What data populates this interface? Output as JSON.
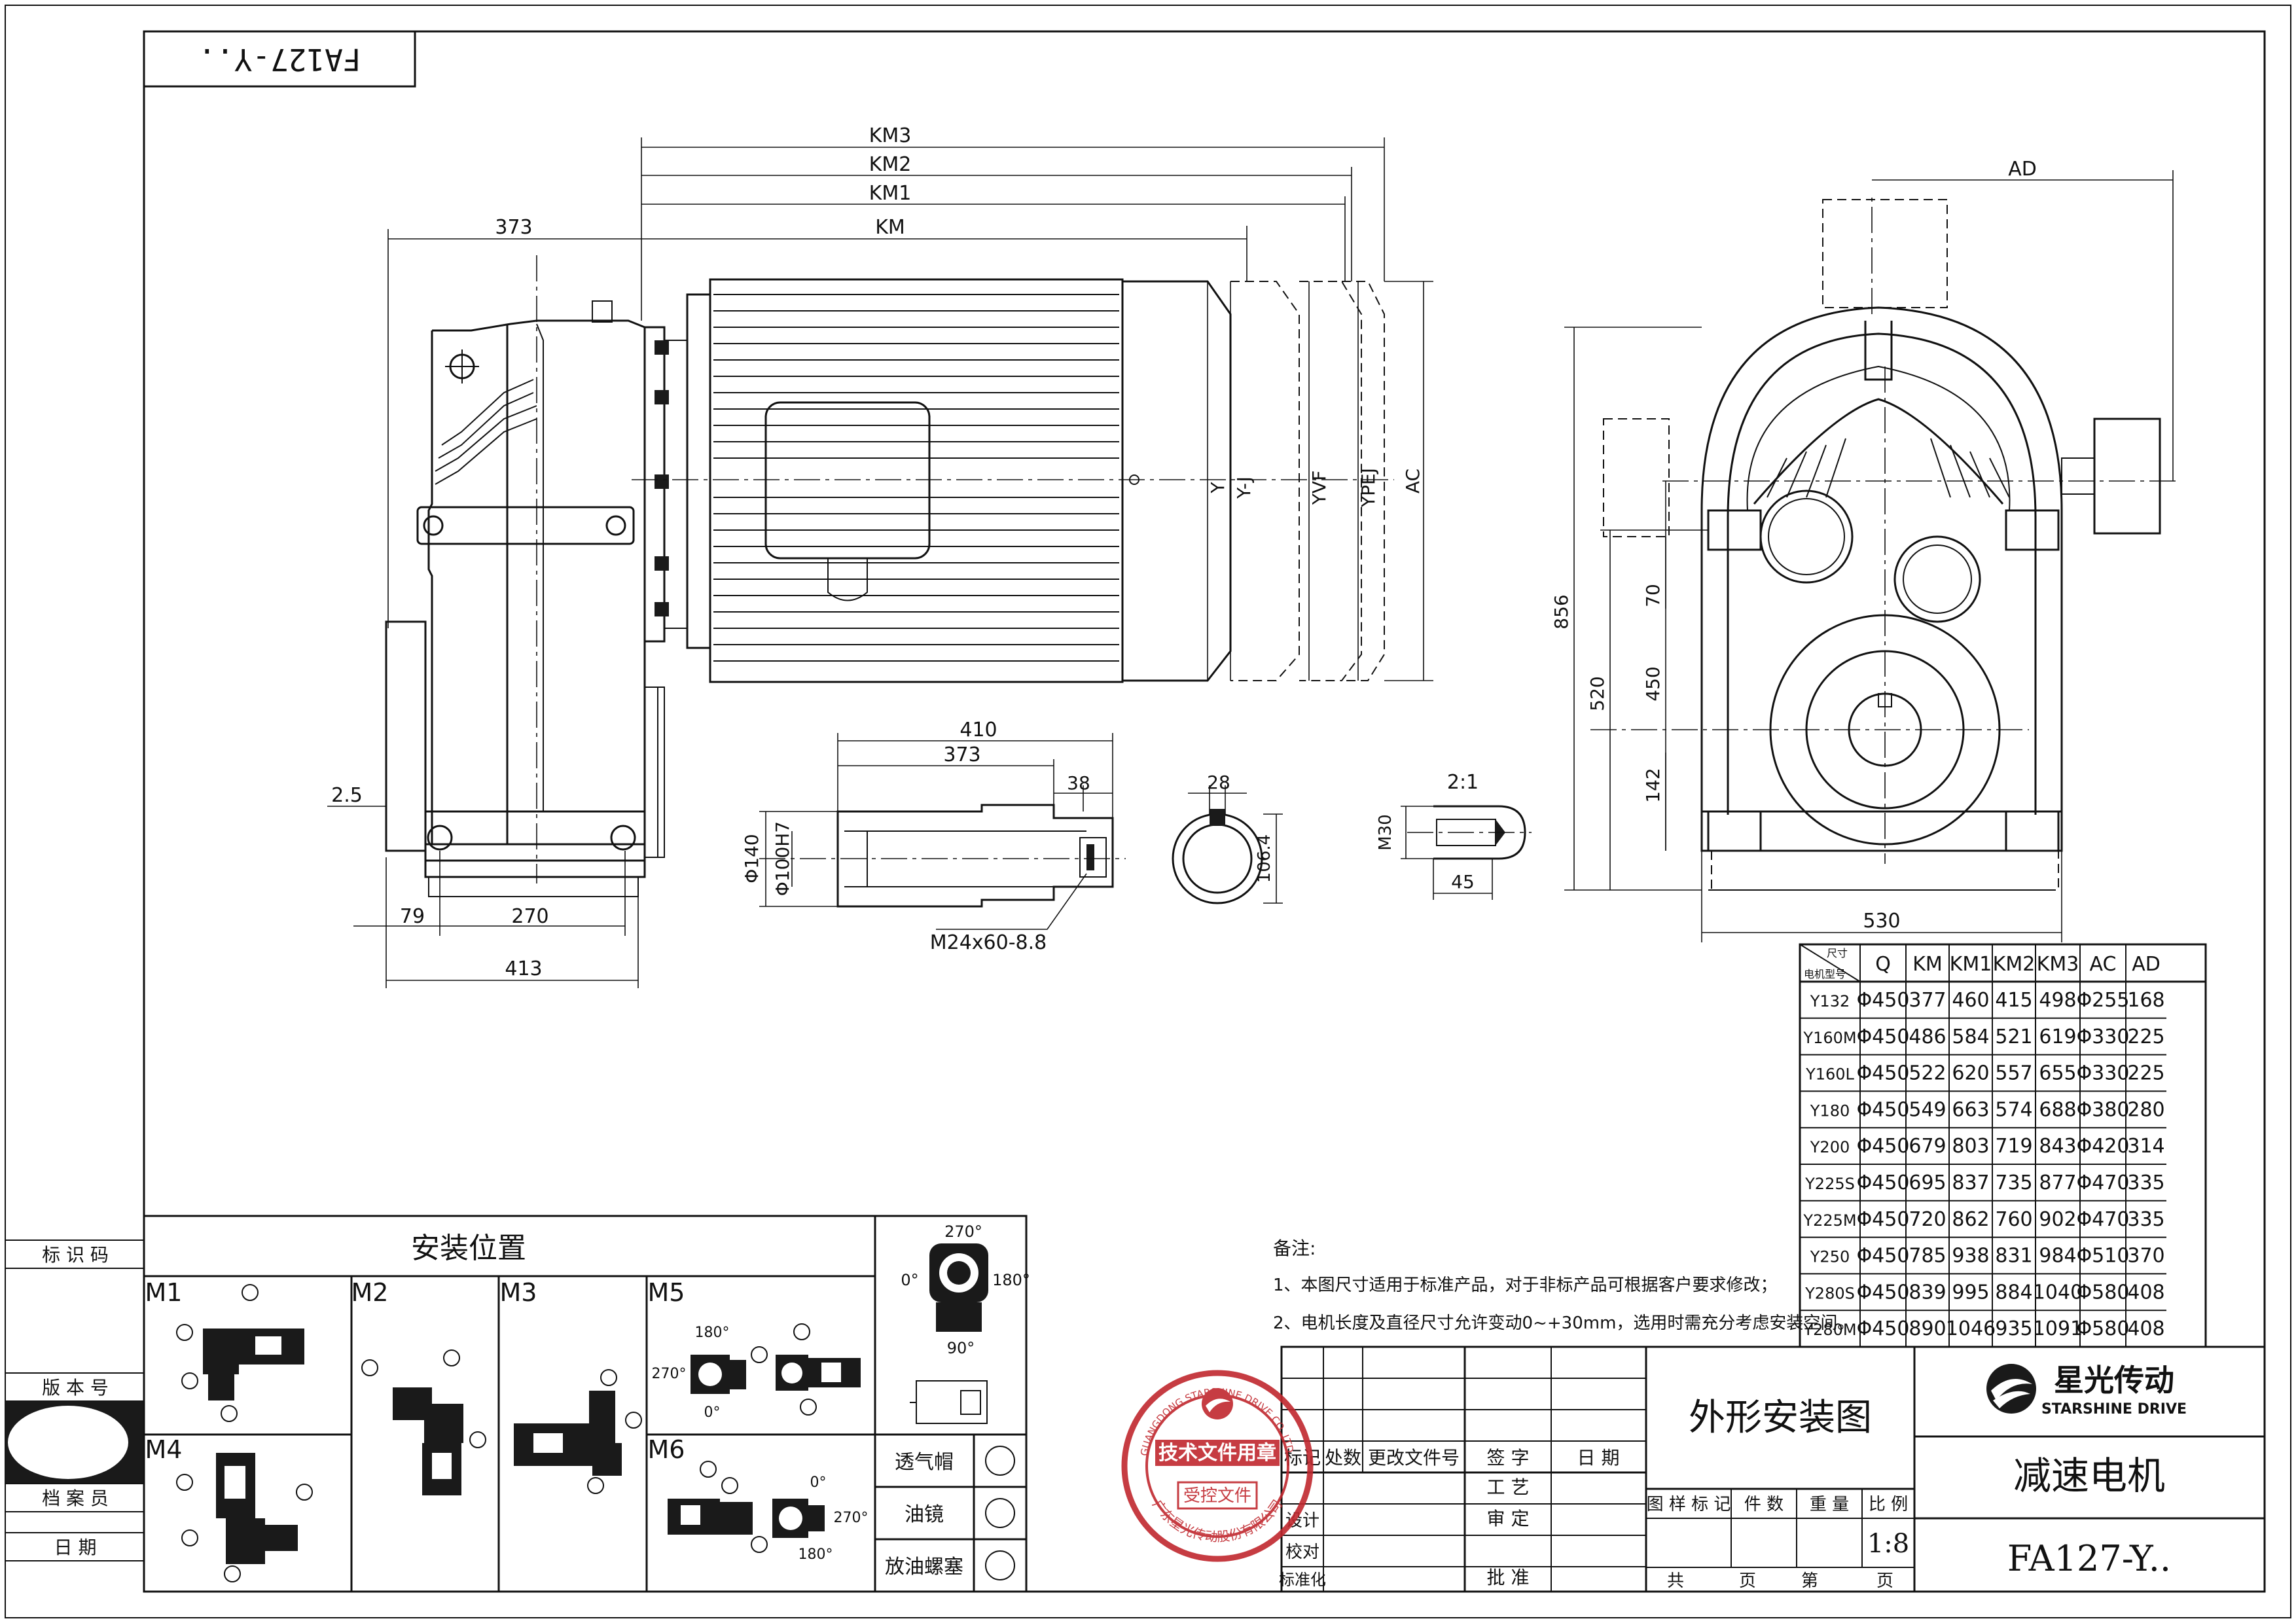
{
  "title_block_top": {
    "drawing_no_mirrored": "FA127-Y.."
  },
  "side_strip": {
    "labels": [
      "标 识 码",
      "版 本 号",
      "档 案 员",
      "日    期"
    ]
  },
  "front_view": {
    "dims": {
      "km3": "KM3",
      "km2": "KM2",
      "km1": "KM1",
      "km": "KM",
      "d373": "373",
      "d2_5": "2.5",
      "d79": "79",
      "d270": "270",
      "d413": "413"
    },
    "motor_dims": {
      "y": "Y",
      "yj": "Y-J",
      "yvf": "YVF",
      "ypej": "YPEJ",
      "ac": "AC"
    }
  },
  "side_view": {
    "dims": {
      "ad": "AD",
      "d856": "856",
      "d520": "520",
      "d450": "450",
      "d70": "70",
      "d142": "142",
      "d530": "530"
    }
  },
  "shaft_detail": {
    "dims": {
      "d410": "410",
      "d373": "373",
      "d38": "38",
      "phi140": "Φ140",
      "phi100": "Φ100H7",
      "bolt": "M24x60-8.8"
    },
    "section": {
      "d28": "28",
      "d106": "106.4"
    },
    "key": {
      "scale": "2:1",
      "m30": "M30",
      "d45": "45"
    }
  },
  "mounting": {
    "title": "安装位置",
    "positions": [
      "M1",
      "M2",
      "M3",
      "M5",
      "M4",
      "M6"
    ],
    "angles": {
      "a180": "180°",
      "a270": "270°",
      "a0": "0°",
      "a90": "90°"
    },
    "legend": {
      "items": [
        "透气帽",
        "油镜",
        "放油螺塞"
      ]
    }
  },
  "table": {
    "header_corner_top": "尺寸",
    "header_corner_bottom": "电机型号",
    "columns": [
      "Q",
      "KM",
      "KM1",
      "KM2",
      "KM3",
      "AC",
      "AD"
    ],
    "rows": [
      [
        "Y132",
        "Φ450",
        "377",
        "460",
        "415",
        "498",
        "Φ255",
        "168"
      ],
      [
        "Y160M",
        "Φ450",
        "486",
        "584",
        "521",
        "619",
        "Φ330",
        "225"
      ],
      [
        "Y160L",
        "Φ450",
        "522",
        "620",
        "557",
        "655",
        "Φ330",
        "225"
      ],
      [
        "Y180",
        "Φ450",
        "549",
        "663",
        "574",
        "688",
        "Φ380",
        "280"
      ],
      [
        "Y200",
        "Φ450",
        "679",
        "803",
        "719",
        "843",
        "Φ420",
        "314"
      ],
      [
        "Y225S",
        "Φ450",
        "695",
        "837",
        "735",
        "877",
        "Φ470",
        "335"
      ],
      [
        "Y225M",
        "Φ450",
        "720",
        "862",
        "760",
        "902",
        "Φ470",
        "335"
      ],
      [
        "Y250",
        "Φ450",
        "785",
        "938",
        "831",
        "984",
        "Φ510",
        "370"
      ],
      [
        "Y280S",
        "Φ450",
        "839",
        "995",
        "884",
        "1040",
        "Φ580",
        "408"
      ],
      [
        "Y280M",
        "Φ450",
        "890",
        "1046",
        "935",
        "1091",
        "Φ580",
        "408"
      ]
    ]
  },
  "notes": {
    "title": "备注:",
    "n1": "1、本图尺寸适用于标准产品，对于非标产品可根据客户要求修改；",
    "n2": "2、电机长度及直径尺寸允许变动0~+30mm，选用时需充分考虑安装空间。"
  },
  "stamp": {
    "top_text": "GUANGDONG STARSHINE DRIVE CO.,LTD.",
    "main": "技术文件用章",
    "sub": "受控文件",
    "bottom_text": "广东星光传动股份有限公司"
  },
  "title_block": {
    "revision_headers": [
      "标记",
      "处数",
      "更改文件号",
      "签 字",
      "日  期"
    ],
    "left_rows": [
      "设计",
      "校对",
      "标准化"
    ],
    "mid_rows": [
      "工 艺",
      "审 定",
      "批 准"
    ],
    "drawing_title": "外形安装图",
    "meta_headers": [
      "图 样 标 记",
      "件 数",
      "重 量",
      "比 例"
    ],
    "scale": "1:8",
    "sheet": [
      "共",
      "页",
      "第",
      "页"
    ],
    "company_cn": "星光传动",
    "company_en": "STARSHINE DRIVE",
    "product": "减速电机",
    "model": "FA127-Y.."
  }
}
